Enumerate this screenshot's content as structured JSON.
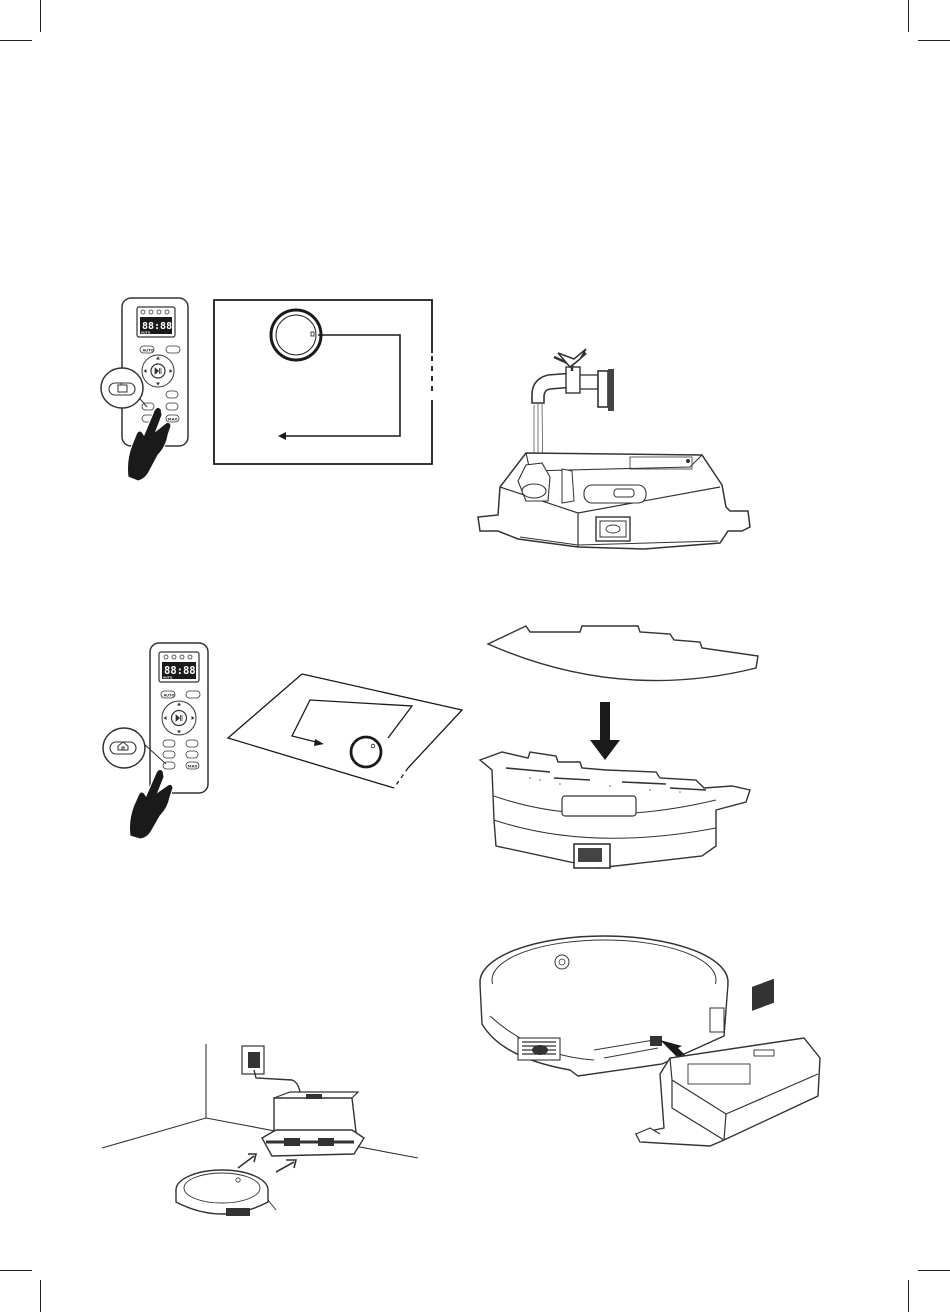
{
  "remote": {
    "lcd_digits": "88:88",
    "lcd_mode": "AUTO",
    "auto_label": "AUTO",
    "max_label": "MAX"
  },
  "colors": {
    "ink": "#1a1a1a",
    "line": "#333333",
    "shade": "#444444",
    "background": "#ffffff"
  },
  "icons": [
    "edge-clean-icon",
    "home-icon",
    "play-pause-icon",
    "hand-icon",
    "faucet-icon",
    "down-arrow-icon",
    "insert-arrow-icon",
    "power-outlet-icon"
  ]
}
